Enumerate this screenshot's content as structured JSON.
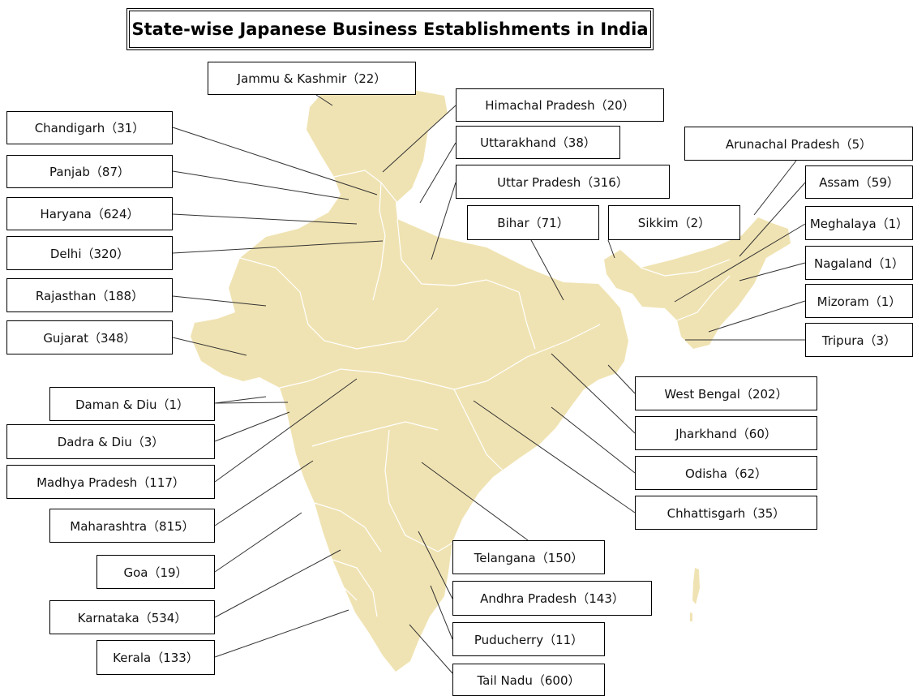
{
  "title": "State-wise Japanese Business Establishments in India",
  "colors": {
    "land": "#f0e3b3",
    "border": "#ffffff",
    "leader": "#333333"
  },
  "states": [
    {
      "id": "jammu-kashmir",
      "label": "Jammu & Kashmir（22）",
      "name": "Jammu & Kashmir",
      "count": 22
    },
    {
      "id": "himachal-pradesh",
      "label": "Himachal Pradesh（20）",
      "name": "Himachal Pradesh",
      "count": 20
    },
    {
      "id": "chandigarh",
      "label": "Chandigarh（31）",
      "name": "Chandigarh",
      "count": 31
    },
    {
      "id": "uttarakhand",
      "label": "Uttarakhand（38）",
      "name": "Uttarakhand",
      "count": 38
    },
    {
      "id": "arunachal-pradesh",
      "label": "Arunachal Pradesh（5）",
      "name": "Arunachal Pradesh",
      "count": 5
    },
    {
      "id": "panjab",
      "label": "Panjab（87）",
      "name": "Panjab",
      "count": 87
    },
    {
      "id": "uttar-pradesh",
      "label": "Uttar Pradesh（316）",
      "name": "Uttar Pradesh",
      "count": 316
    },
    {
      "id": "assam",
      "label": "Assam（59）",
      "name": "Assam",
      "count": 59
    },
    {
      "id": "haryana",
      "label": "Haryana（624）",
      "name": "Haryana",
      "count": 624
    },
    {
      "id": "bihar",
      "label": "Bihar（71）",
      "name": "Bihar",
      "count": 71
    },
    {
      "id": "sikkim",
      "label": "Sikkim（2）",
      "name": "Sikkim",
      "count": 2
    },
    {
      "id": "meghalaya",
      "label": "Meghalaya（1）",
      "name": "Meghalaya",
      "count": 1
    },
    {
      "id": "delhi",
      "label": "Delhi（320）",
      "name": "Delhi",
      "count": 320
    },
    {
      "id": "nagaland",
      "label": "Nagaland（1）",
      "name": "Nagaland",
      "count": 1
    },
    {
      "id": "rajasthan",
      "label": "Rajasthan（188）",
      "name": "Rajasthan",
      "count": 188
    },
    {
      "id": "mizoram",
      "label": "Mizoram（1）",
      "name": "Mizoram",
      "count": 1
    },
    {
      "id": "gujarat",
      "label": "Gujarat（348）",
      "name": "Gujarat",
      "count": 348
    },
    {
      "id": "tripura",
      "label": "Tripura（3）",
      "name": "Tripura",
      "count": 3
    },
    {
      "id": "west-bengal",
      "label": "West Bengal（202）",
      "name": "West Bengal",
      "count": 202
    },
    {
      "id": "daman-diu",
      "label": "Daman & Diu（1）",
      "name": "Daman & Diu",
      "count": 1
    },
    {
      "id": "jharkhand",
      "label": "Jharkhand（60）",
      "name": "Jharkhand",
      "count": 60
    },
    {
      "id": "dadra-diu",
      "label": "Dadra & Diu（3）",
      "name": "Dadra & Diu",
      "count": 3
    },
    {
      "id": "odisha",
      "label": "Odisha（62）",
      "name": "Odisha",
      "count": 62
    },
    {
      "id": "madhya-pradesh",
      "label": "Madhya Pradesh（117）",
      "name": "Madhya Pradesh",
      "count": 117
    },
    {
      "id": "chhattisgarh",
      "label": "Chhattisgarh（35）",
      "name": "Chhattisgarh",
      "count": 35
    },
    {
      "id": "maharashtra",
      "label": "Maharashtra（815）",
      "name": "Maharashtra",
      "count": 815
    },
    {
      "id": "telangana",
      "label": "Telangana（150）",
      "name": "Telangana",
      "count": 150
    },
    {
      "id": "goa",
      "label": "Goa（19）",
      "name": "Goa",
      "count": 19
    },
    {
      "id": "andhra-pradesh",
      "label": "Andhra Pradesh（143）",
      "name": "Andhra Pradesh",
      "count": 143
    },
    {
      "id": "karnataka",
      "label": "Karnataka（534）",
      "name": "Karnataka",
      "count": 534
    },
    {
      "id": "puducherry",
      "label": "Puducherry（11）",
      "name": "Puducherry",
      "count": 11
    },
    {
      "id": "kerala",
      "label": "Kerala（133）",
      "name": "Kerala",
      "count": 133
    },
    {
      "id": "tail-nadu",
      "label": "Tail Nadu（600）",
      "name": "Tail Nadu",
      "count": 600
    }
  ]
}
